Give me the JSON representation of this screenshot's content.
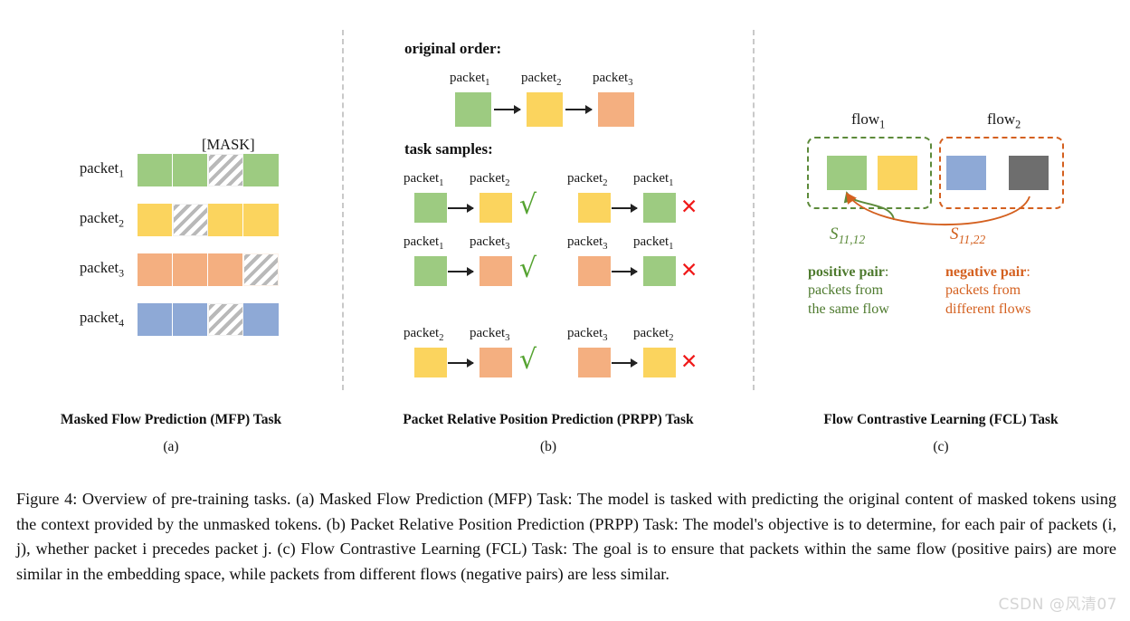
{
  "figure": {
    "caption": "Figure 4: Overview of pre-training tasks. (a) Masked Flow Prediction (MFP) Task: The model is tasked with predicting the original content of masked tokens using the context provided by the unmasked tokens. (b) Packet Relative Position Prediction (PRPP) Task: The model's objective is to determine, for each pair of packets (i, j), whether packet i precedes packet j. (c) Flow Contrastive Learning (FCL) Task: The goal is to ensure that packets within the same flow (positive pairs) are more similar in the embedding space, while packets from different flows (negative pairs) are less similar.",
    "watermark": "CSDN @风清07"
  },
  "colors": {
    "green": "#9DCB81",
    "yellow": "#FBD košice",
    "yellow_hex": "#FBD45E",
    "salmon": "#F4AF80",
    "blue": "#8EA9D6",
    "gray": "#6E6E6E",
    "hatch_gray": "#B9B9B9",
    "divider": "#C9C9C9",
    "check_green": "#55A331",
    "cross_red": "#F01A1A",
    "positive_green": "#4E7A2E",
    "negative_orange": "#D4601F"
  },
  "panel_a": {
    "title": "Masked Flow Prediction (MFP) Task",
    "letter": "(a)",
    "mask_label": "[MASK]",
    "rows": [
      {
        "label": "packet",
        "sub": "1",
        "color_key": "green",
        "cells": [
          "solid",
          "solid",
          "hatch",
          "solid"
        ]
      },
      {
        "label": "packet",
        "sub": "2",
        "color_key": "yellow",
        "cells": [
          "solid",
          "hatch",
          "solid",
          "solid"
        ]
      },
      {
        "label": "packet",
        "sub": "3",
        "color_key": "salmon",
        "cells": [
          "solid",
          "solid",
          "solid",
          "hatch"
        ]
      },
      {
        "label": "packet",
        "sub": "4",
        "color_key": "blue",
        "cells": [
          "solid",
          "solid",
          "hatch",
          "solid"
        ]
      }
    ]
  },
  "panel_b": {
    "title": "Packet Relative Position Prediction (PRPP) Task",
    "letter": "(b)",
    "original_order_heading": "original order:",
    "task_samples_heading": "task samples:",
    "original_order": [
      {
        "label": "packet",
        "sub": "1",
        "color_key": "green"
      },
      {
        "label": "packet",
        "sub": "2",
        "color_key": "yellow"
      },
      {
        "label": "packet",
        "sub": "3",
        "color_key": "salmon"
      }
    ],
    "samples_left": [
      {
        "from": {
          "label": "packet",
          "sub": "1",
          "color_key": "green"
        },
        "to": {
          "label": "packet",
          "sub": "2",
          "color_key": "yellow"
        },
        "verdict": "check",
        "verdict_glyph": "√"
      },
      {
        "from": {
          "label": "packet",
          "sub": "1",
          "color_key": "green"
        },
        "to": {
          "label": "packet",
          "sub": "3",
          "color_key": "salmon"
        },
        "verdict": "check",
        "verdict_glyph": "√"
      },
      {
        "from": {
          "label": "packet",
          "sub": "2",
          "color_key": "yellow"
        },
        "to": {
          "label": "packet",
          "sub": "3",
          "color_key": "salmon"
        },
        "verdict": "check",
        "verdict_glyph": "√"
      }
    ],
    "samples_right": [
      {
        "from": {
          "label": "packet",
          "sub": "2",
          "color_key": "yellow"
        },
        "to": {
          "label": "packet",
          "sub": "1",
          "color_key": "green"
        },
        "verdict": "cross",
        "verdict_glyph": "✕"
      },
      {
        "from": {
          "label": "packet",
          "sub": "3",
          "color_key": "salmon"
        },
        "to": {
          "label": "packet",
          "sub": "1",
          "color_key": "green"
        },
        "verdict": "cross",
        "verdict_glyph": "✕"
      },
      {
        "from": {
          "label": "packet",
          "sub": "3",
          "color_key": "salmon"
        },
        "to": {
          "label": "packet",
          "sub": "2",
          "color_key": "yellow"
        },
        "verdict": "cross",
        "verdict_glyph": "✕"
      }
    ]
  },
  "panel_c": {
    "title": "Flow Contrastive Learning (FCL) Task",
    "letter": "(c)",
    "flow1": {
      "label": "flow",
      "sub": "1",
      "boxes": [
        "green",
        "yellow"
      ]
    },
    "flow2": {
      "label": "flow",
      "sub": "2",
      "boxes": [
        "blue",
        "gray"
      ]
    },
    "similarity_positive": {
      "symbol": "S",
      "sub": "11,12"
    },
    "similarity_negative": {
      "symbol": "S",
      "sub": "11,22"
    },
    "positive_pair": {
      "head": "positive pair",
      "colon": ":",
      "line1": "packets from",
      "line2": "the same flow"
    },
    "negative_pair": {
      "head": "negative pair",
      "colon": ":",
      "line1": "packets from",
      "line2": "different flows"
    }
  }
}
